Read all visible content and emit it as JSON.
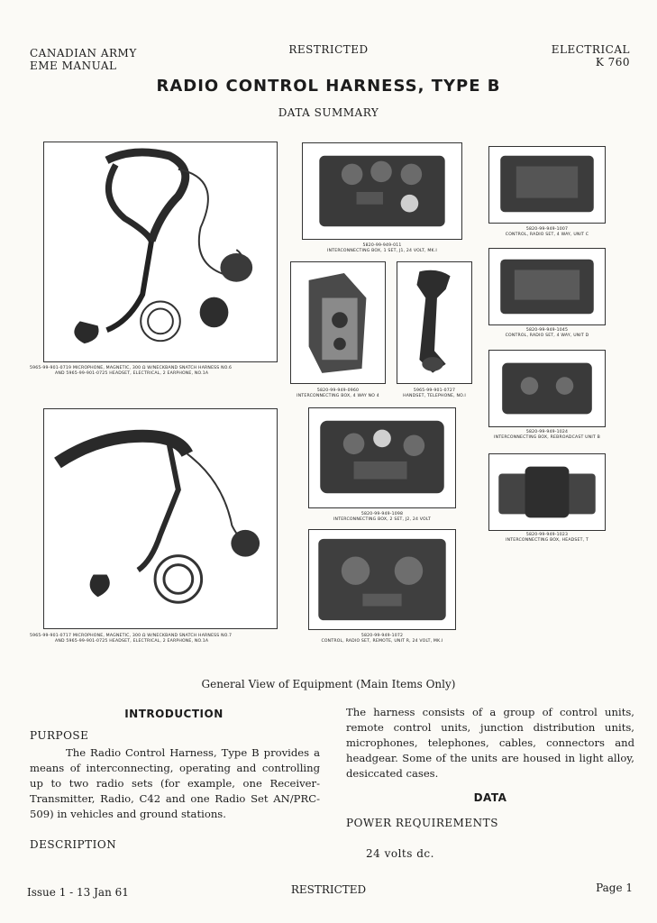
{
  "header": {
    "left_line1": "CANADIAN ARMY",
    "left_line2": "EME MANUAL",
    "center": "RESTRICTED",
    "right_line1": "ELECTRICAL",
    "right_line2": "K 760"
  },
  "title": "RADIO CONTROL HARNESS, TYPE B",
  "subtitle": "DATA SUMMARY",
  "figures": {
    "harness6": {
      "line1": "5965-99-901-0719 MICROPHONE, MAGNETIC, 300 Ω W/NECKBAND SNATCH HARNESS NO.6",
      "line2": "AND 5965-99-901-0725 HEADSET, ELECTRICAL, 2 EARPHONE, NO.1A"
    },
    "harness7": {
      "line1": "5965-99-901-0717 MICROPHONE, MAGNETIC, 300 Ω W/NECKBAND SNATCH HARNESS NO.7",
      "line2": "AND 5965-99-901-0725 HEADSET, ELECTRICAL, 2 EARPHONE, NO.1A"
    },
    "box_j1": {
      "line1": "5820-99-949-011",
      "line2": "INTERCONNECTING BOX, 1 SET, J1, 24 VOLT, MK.I"
    },
    "box_4way": {
      "line1": "5820-99-949-0960",
      "line2": "INTERCONNECTING BOX, 4 WAY NO 4"
    },
    "handset": {
      "line1": "5965-99-901-0727",
      "line2": "HANDSET, TELEPHONE, NO.I"
    },
    "box_2set": {
      "line1": "5820-99-949-1098",
      "line2": "INTERCONNECTING BOX, 2 SET, J2, 24 VOLT"
    },
    "ctrl_remote": {
      "line1": "5820-99-949-1072",
      "line2": "CONTROL, RADIO SET, REMOTE, UNIT R, 24 VOLT, MK.I"
    },
    "ctrl_c": {
      "line1": "5820-99-949-1007",
      "line2": "CONTROL, RADIO SET, 4 WAY, UNIT C"
    },
    "ctrl_d": {
      "line1": "5820-99-949-1045",
      "line2": "CONTROL, RADIO SET, 4 WAY, UNIT D"
    },
    "box_rebroadcast": {
      "line1": "5820-99-949-1024",
      "line2": "INTERCONNECTING BOX, REBROADCAST UNIT B"
    },
    "box_headset": {
      "line1": "5820-99-949-1023",
      "line2": "INTERCONNECTING BOX, HEADSET, T"
    }
  },
  "figure_caption": "General View of Equipment (Main Items Only)",
  "intro": {
    "heading": "INTRODUCTION",
    "purpose_heading": "PURPOSE",
    "purpose_text": "The Radio Control Harness, Type B provides a means of interconnecting, operating and controlling up to two radio sets (for example, one Receiver-Transmitter, Radio, C42 and one Radio Set AN/PRC-509) in vehicles and ground stations.",
    "description_heading": "DESCRIPTION",
    "description_text": "The harness consists of a group of control units, remote control units, junction distribution units, microphones, telephones, cables, connectors and headgear. Some of the units are housed in light alloy, desiccated cases."
  },
  "data": {
    "heading": "DATA",
    "power_heading": "POWER REQUIREMENTS",
    "power_value": "24 volts dc."
  },
  "footer": {
    "issue": "Issue 1 - 13 Jan 61",
    "center": "RESTRICTED",
    "page": "Page 1"
  }
}
